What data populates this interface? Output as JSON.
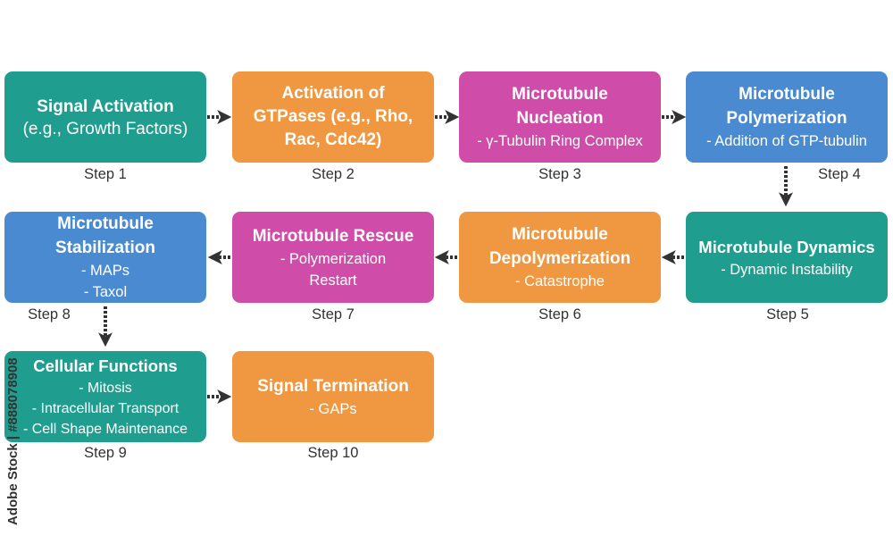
{
  "colors": {
    "teal": "#1f9e8f",
    "orange": "#ef9741",
    "magenta": "#cf4da8",
    "blue": "#4a8ad1",
    "arrow": "#333333"
  },
  "steps": [
    {
      "id": 1,
      "title": "Signal Activation",
      "sub": "(e.g., Growth Factors)",
      "label": "Step 1",
      "color": "teal"
    },
    {
      "id": 2,
      "title": "Activation of\nGTPases (e.g., Rho,\nRac, Cdc42)",
      "sub": "",
      "label": "Step 2",
      "color": "orange"
    },
    {
      "id": 3,
      "title": "Microtubule\nNucleation",
      "sub": "- γ-Tubulin Ring Complex",
      "label": "Step 3",
      "color": "magenta"
    },
    {
      "id": 4,
      "title": "Microtubule\nPolymerization",
      "sub": "- Addition of GTP-tubulin",
      "label": "Step 4",
      "color": "blue"
    },
    {
      "id": 5,
      "title": "Microtubule Dynamics",
      "sub": "- Dynamic Instability",
      "label": "Step 5",
      "color": "teal"
    },
    {
      "id": 6,
      "title": "Microtubule\nDepolymerization",
      "sub": "- Catastrophe",
      "label": "Step 6",
      "color": "orange"
    },
    {
      "id": 7,
      "title": "Microtubule Rescue",
      "sub": "- Polymerization\nRestart",
      "label": "Step 7",
      "color": "magenta"
    },
    {
      "id": 8,
      "title": "Microtubule\nStabilization",
      "sub": "- MAPs\n- Taxol",
      "label": "Step 8",
      "color": "blue"
    },
    {
      "id": 9,
      "title": "Cellular Functions",
      "sub": "- Mitosis\n- Intracellular Transport\n- Cell Shape Maintenance",
      "label": "Step 9",
      "color": "teal"
    },
    {
      "id": 10,
      "title": "Signal Termination",
      "sub": "- GAPs",
      "label": "Step 10",
      "color": "orange"
    }
  ],
  "watermark": "Adobe Stock | #888078908"
}
